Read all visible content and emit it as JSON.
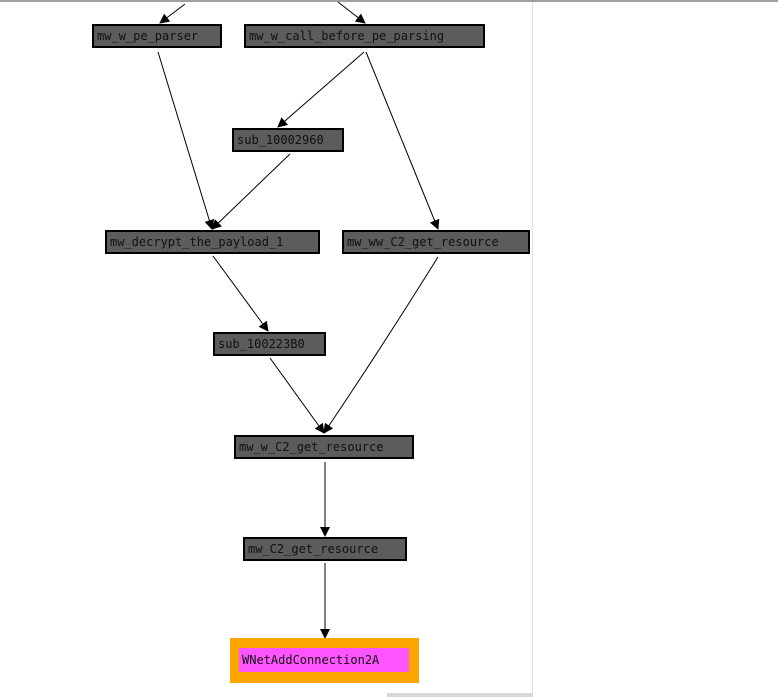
{
  "graph": {
    "nodes": [
      {
        "id": "n1",
        "label": "mw_w_pe_parser"
      },
      {
        "id": "n2",
        "label": "mw_w_call_before_pe_parsing"
      },
      {
        "id": "n3",
        "label": "sub_10002960"
      },
      {
        "id": "n4",
        "label": "mw_decrypt_the_payload_1"
      },
      {
        "id": "n5",
        "label": "mw_ww_C2_get_resource"
      },
      {
        "id": "n6",
        "label": "sub_100223B0"
      },
      {
        "id": "n7",
        "label": "mw_w_C2_get_resource"
      },
      {
        "id": "n8",
        "label": "mw_C2_get_resource"
      },
      {
        "id": "n9",
        "label": "WNetAddConnection2A"
      }
    ],
    "edges": [
      {
        "from": "n1",
        "to": "n4"
      },
      {
        "from": "n2",
        "to": "n3"
      },
      {
        "from": "n2",
        "to": "n5"
      },
      {
        "from": "n3",
        "to": "n4"
      },
      {
        "from": "n4",
        "to": "n6"
      },
      {
        "from": "n5",
        "to": "n7"
      },
      {
        "from": "n6",
        "to": "n7"
      },
      {
        "from": "n7",
        "to": "n8"
      },
      {
        "from": "n8",
        "to": "n9"
      }
    ],
    "colors": {
      "node_fill": "#5c5c5c",
      "node_border": "#000000",
      "target_fill": "#ff55ff",
      "target_highlight": "#ffa500",
      "edge": "#000000"
    }
  }
}
